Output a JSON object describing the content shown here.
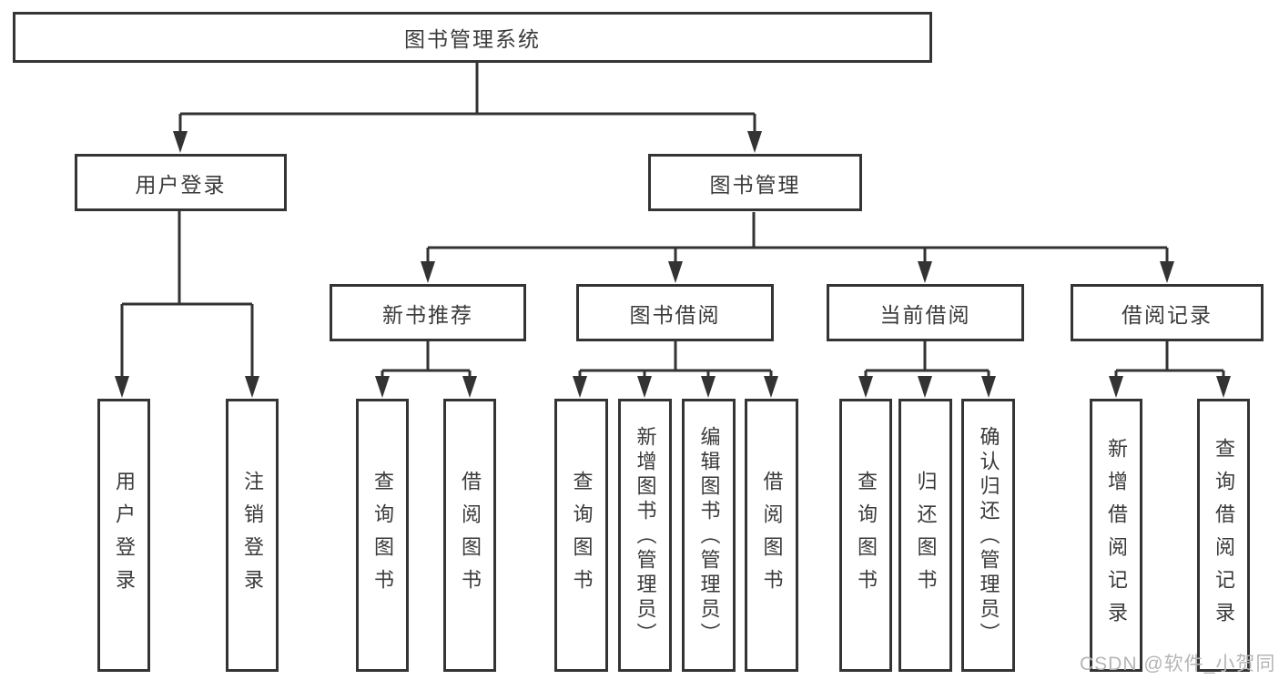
{
  "diagram": {
    "root": "图书管理系统",
    "user_login": {
      "label": "用户登录",
      "children": {
        "login": "用户登录",
        "logout": "注销登录"
      }
    },
    "book_management": {
      "label": "图书管理",
      "new_book_recommend": {
        "label": "新书推荐",
        "children": {
          "query": "查询图书",
          "borrow": "借阅图书"
        }
      },
      "book_borrow": {
        "label": "图书借阅",
        "children": {
          "query": "查询图书",
          "add": "新增图书（管理员）",
          "edit": "编辑图书（管理员）",
          "borrow": "借阅图书"
        }
      },
      "current_borrow": {
        "label": "当前借阅",
        "children": {
          "query": "查询图书",
          "return": "归还图书",
          "confirm": "确认归还（管理员）"
        }
      },
      "borrow_record": {
        "label": "借阅记录",
        "children": {
          "add": "新增借阅记录",
          "query": "查询借阅记录"
        }
      }
    }
  },
  "watermark": "CSDN @软件_小贺同学",
  "colors": {
    "line": "#333333",
    "text": "#3a3a3a",
    "watermark": "#b5b5b5",
    "background": "#ffffff"
  }
}
